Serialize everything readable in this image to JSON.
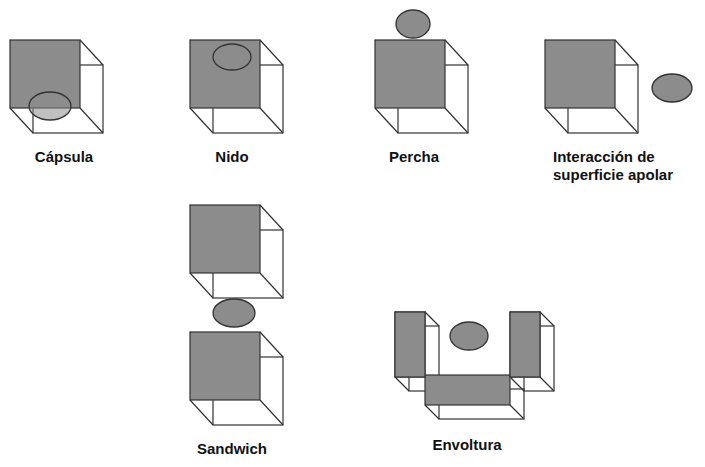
{
  "diagram": {
    "labels": [
      "Cápsula",
      "Nido",
      "Percha",
      "Interacción de superficie apolar",
      "Sandwich",
      "Envoltura"
    ]
  }
}
